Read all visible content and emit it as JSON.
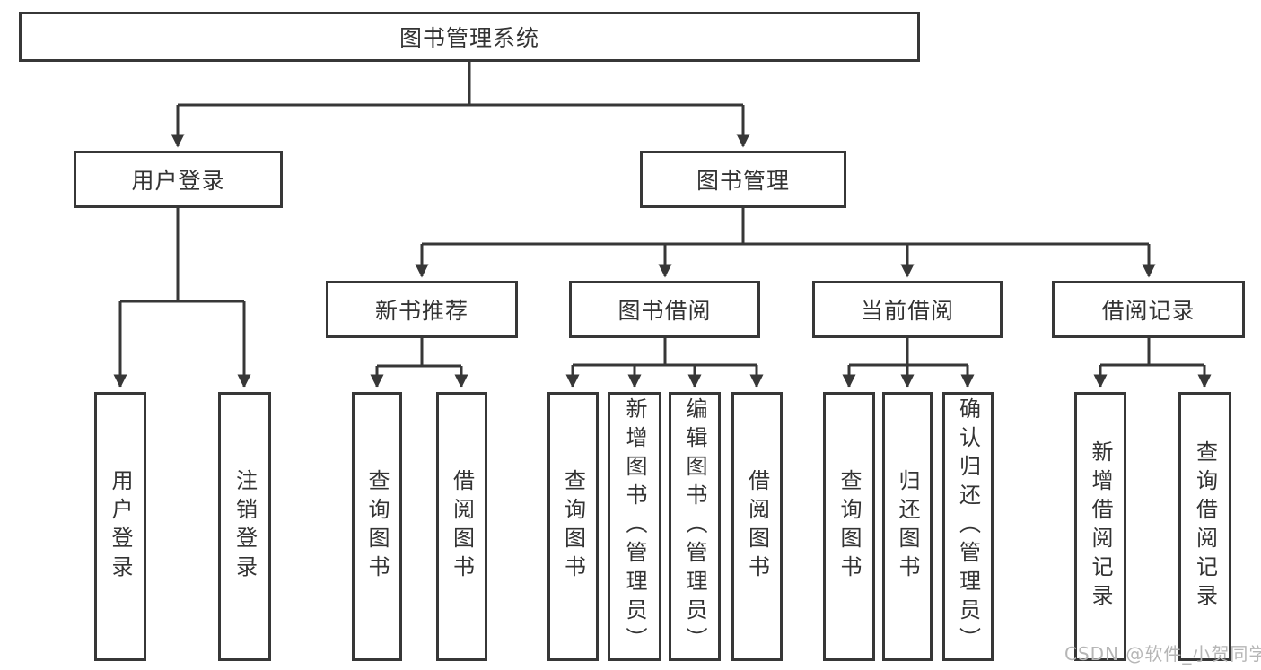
{
  "diagram": {
    "root": {
      "label": "图书管理系统"
    },
    "level2": [
      {
        "label": "用户登录"
      },
      {
        "label": "图书管理"
      }
    ],
    "level3": [
      {
        "label": "新书推荐"
      },
      {
        "label": "图书借阅"
      },
      {
        "label": "当前借阅"
      },
      {
        "label": "借阅记录"
      }
    ],
    "leaves": {
      "user_login": [
        "用户登录",
        "注销登录"
      ],
      "new_book_recommend": [
        "查询图书",
        "借阅图书"
      ],
      "book_borrow": [
        "查询图书",
        "新增图书（管理员）",
        "编辑图书（管理员）",
        "借阅图书"
      ],
      "current_borrow": [
        "查询图书",
        "归还图书",
        "确认归还（管理员）"
      ],
      "borrow_records": [
        "新增借阅记录",
        "查询借阅记录"
      ]
    }
  },
  "watermark": {
    "text": "CSDN @软件_小贺同学"
  },
  "colors": {
    "line": "#373737",
    "text": "#333333",
    "background": "#ffffff",
    "watermark": "#b6b6b6"
  }
}
